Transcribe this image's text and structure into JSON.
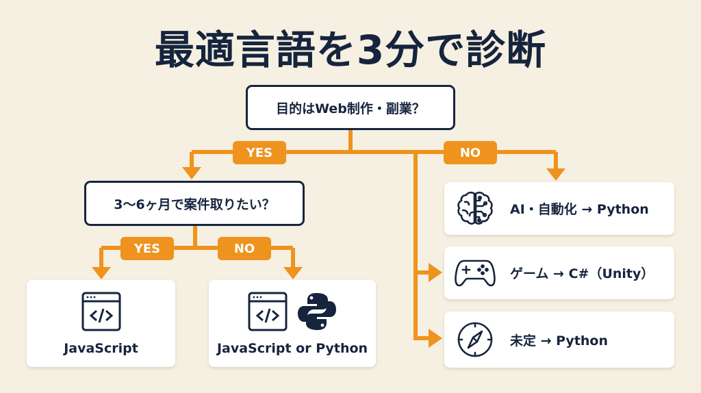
{
  "title": "最適言語を3分で診断",
  "colors": {
    "background": "#f5f0e1",
    "accent": "#ee931e",
    "ink": "#16243d",
    "card": "#ffffff"
  },
  "questions": [
    {
      "id": "q1",
      "text": "目的はWeb制作・副業？"
    },
    {
      "id": "q2",
      "text": "3〜6ヶ月で案件取りたい？"
    }
  ],
  "branches": {
    "q1_yes": "YES",
    "q1_no": "NO",
    "q2_yes": "YES",
    "q2_no": "NO"
  },
  "results": [
    {
      "id": "r1",
      "label": "JavaScript",
      "icons": [
        "code-window-icon"
      ]
    },
    {
      "id": "r2",
      "label": "JavaScript or Python",
      "icons": [
        "code-window-icon",
        "python-logo-icon"
      ]
    },
    {
      "id": "r3",
      "label": "AI・自動化 → Python",
      "icons": [
        "brain-circuit-icon"
      ]
    },
    {
      "id": "r4",
      "label": "ゲーム → C#（Unity）",
      "icons": [
        "gamepad-icon"
      ]
    },
    {
      "id": "r5",
      "label": "未定 → Python",
      "icons": [
        "compass-icon"
      ]
    }
  ]
}
